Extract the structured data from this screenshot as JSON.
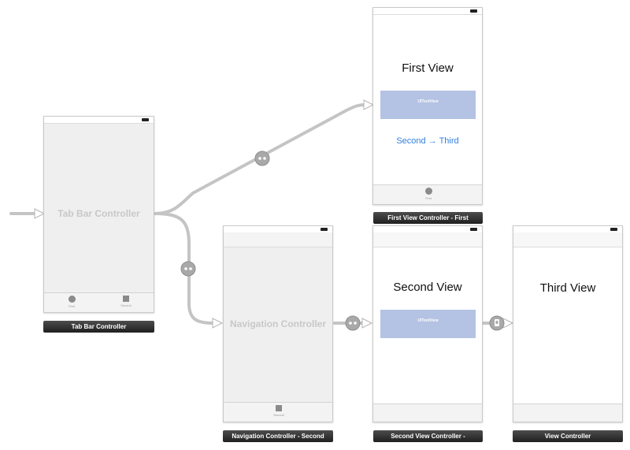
{
  "scenes": {
    "tab_bar_controller": {
      "title": "Tab Bar Controller",
      "label": "Tab Bar Controller",
      "tabs": [
        {
          "label": "First",
          "icon": "circle-tab-icon"
        },
        {
          "label": "Second",
          "icon": "square-tab-icon"
        }
      ]
    },
    "first_view": {
      "title": "First View",
      "text_view": "UITextView",
      "button": "Second → Third",
      "tab_label": "First",
      "label": "First View Controller - First"
    },
    "navigation_controller": {
      "title": "Navigation Controller",
      "tab_label": "Second",
      "label": "Navigation Controller - Second"
    },
    "second_view": {
      "title": "Second View",
      "text_view": "UITextView",
      "label": "Second View Controller -"
    },
    "third_view": {
      "title": "Third View",
      "label": "View Controller"
    }
  },
  "colors": {
    "canvas": "#ffffff",
    "scene_border": "#c9c9c9",
    "segue_line": "#c4c4c4",
    "text_view_fill": "#b4c2e3",
    "button_text": "#2f7fe0",
    "label_bar": "#2b2b2b"
  }
}
